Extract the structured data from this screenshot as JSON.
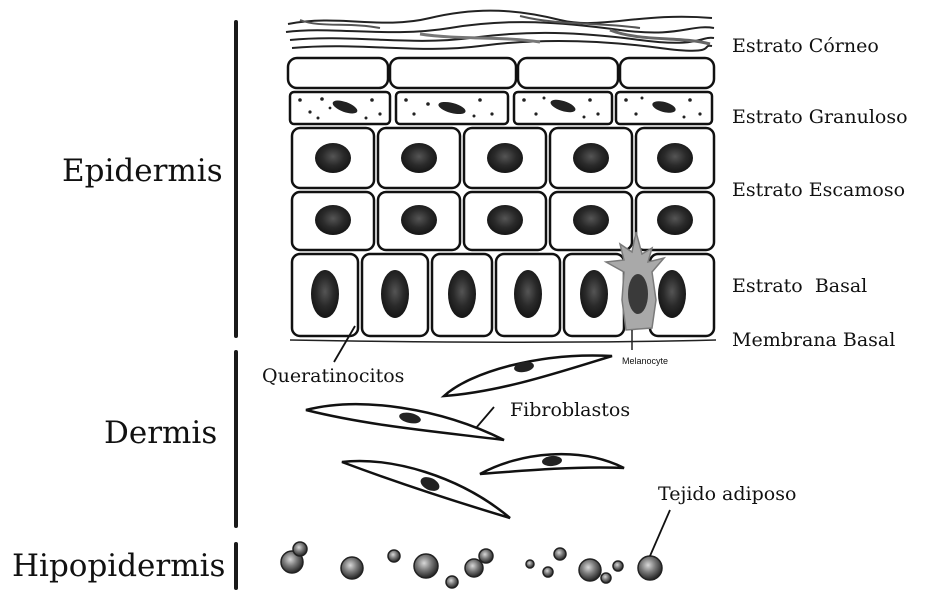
{
  "regions": {
    "epidermis": "Epidermis",
    "dermis": "Dermis",
    "hypodermis": "Hipopidermis"
  },
  "layers": {
    "corneum": "Estrato Córneo",
    "granulosum": "Estrato Granuloso",
    "spinosum": "Estrato Escamoso",
    "basale": "Estrato  Basal",
    "membrane": "Membrana Basal"
  },
  "cells": {
    "keratinocytes": "Queratinocitos",
    "fibroblasts": "Fibroblastos",
    "adipose": "Tejido adiposo",
    "melanocyte": "Melanocyte"
  }
}
